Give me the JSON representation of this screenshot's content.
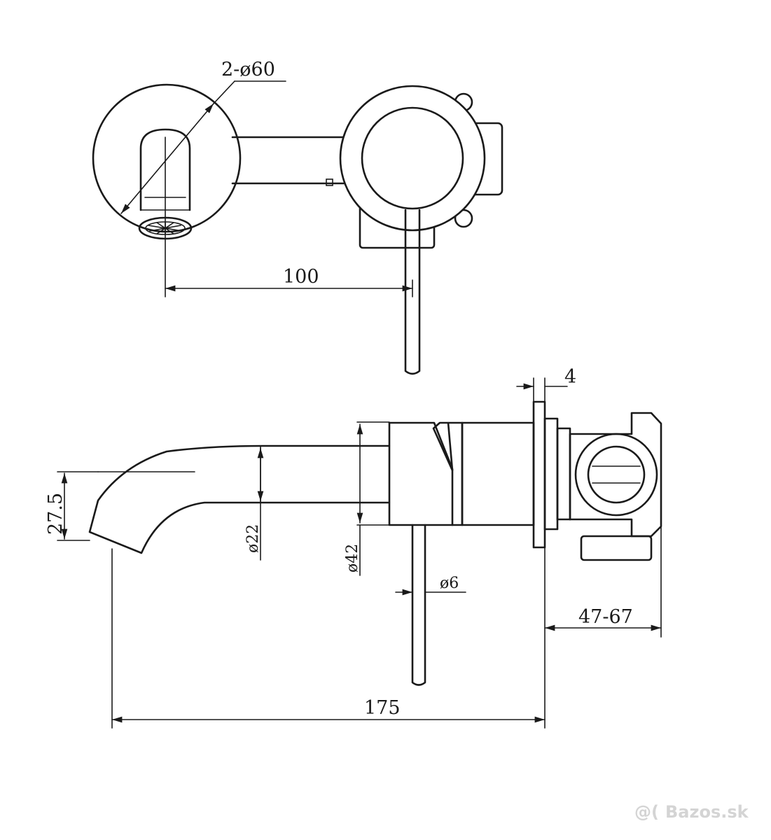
{
  "dimensions": {
    "diameter_60": "2-ø60",
    "spacing_100": "100",
    "thickness_4": "4",
    "height_27_5": "27.5",
    "diameter_22": "ø22",
    "diameter_42": "ø42",
    "diameter_6": "ø6",
    "depth_47_67": "47-67",
    "length_175": "175"
  },
  "watermark": {
    "text": "Bazos.sk",
    "icon": "at-sign-icon"
  }
}
